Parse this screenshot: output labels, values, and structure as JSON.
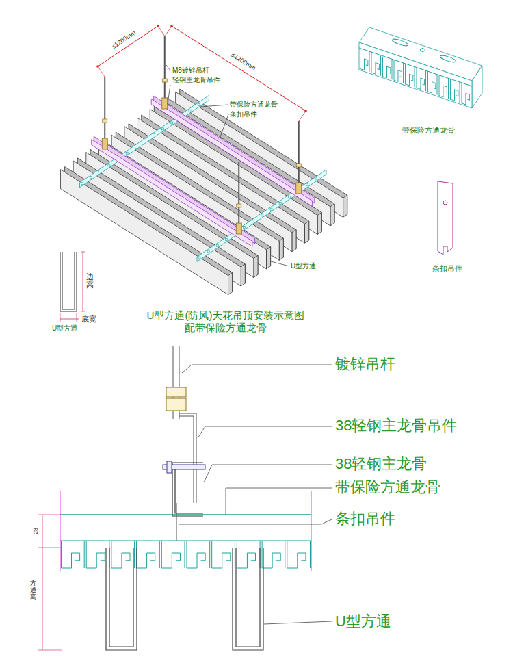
{
  "diagram": {
    "title": "U型方通(防风)天花吊顶安装示意图 配带保险方通龙骨",
    "labels": [
      "≤1200mm",
      "≤1200mm",
      "M8镀锌吊杆",
      "轻钢主龙骨吊件",
      "带保险方通龙骨",
      "条扣吊件",
      "U型方通",
      "带保险方通龙骨",
      "条扣吊件",
      "边高",
      "底宽",
      "U型方通",
      "镀锌吊杆",
      "38轻钢主龙骨吊件",
      "38轻钢主龙骨",
      "带保险方通龙骨",
      "条扣吊件",
      "28",
      "方通高",
      "U型方通"
    ]
  }
}
